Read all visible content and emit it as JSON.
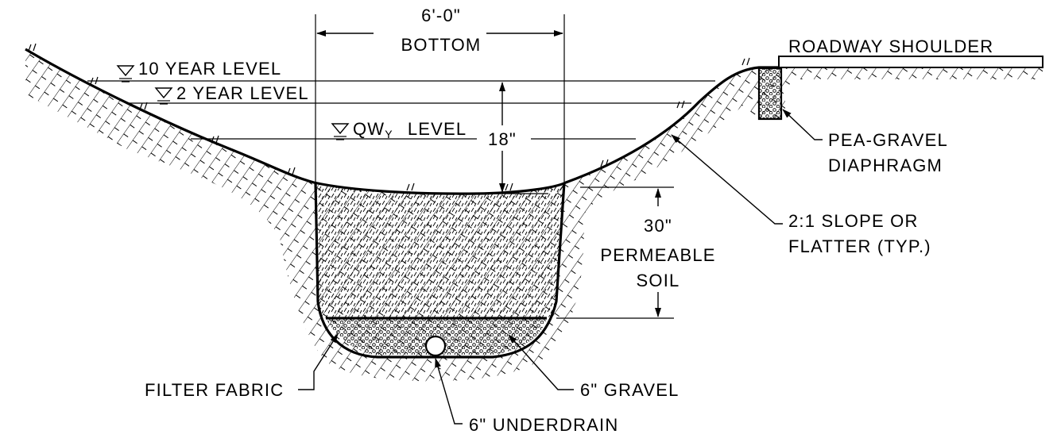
{
  "labels": {
    "width_dim": "6'-0\"",
    "bottom": "BOTTOM",
    "ten_year": "10 YEAR LEVEL",
    "two_year": "2 YEAR LEVEL",
    "qwy_main": "QW",
    "qwy_sub": "Y",
    "qwy_suffix": "LEVEL",
    "depth_18": "18\"",
    "depth_30": "30\"",
    "permeable": "PERMEABLE",
    "soil": "SOIL",
    "roadway": "ROADWAY SHOULDER",
    "pea_gravel_1": "PEA-GRAVEL",
    "pea_gravel_2": "DIAPHRAGM",
    "slope_1": "2:1 SLOPE OR",
    "slope_2": "FLATTER (TYP.)",
    "filter_fabric": "FILTER FABRIC",
    "gravel": "6\" GRAVEL",
    "underdrain": "6\" UNDERDRAIN"
  },
  "colors": {
    "ink": "#000000",
    "paper": "#ffffff"
  }
}
